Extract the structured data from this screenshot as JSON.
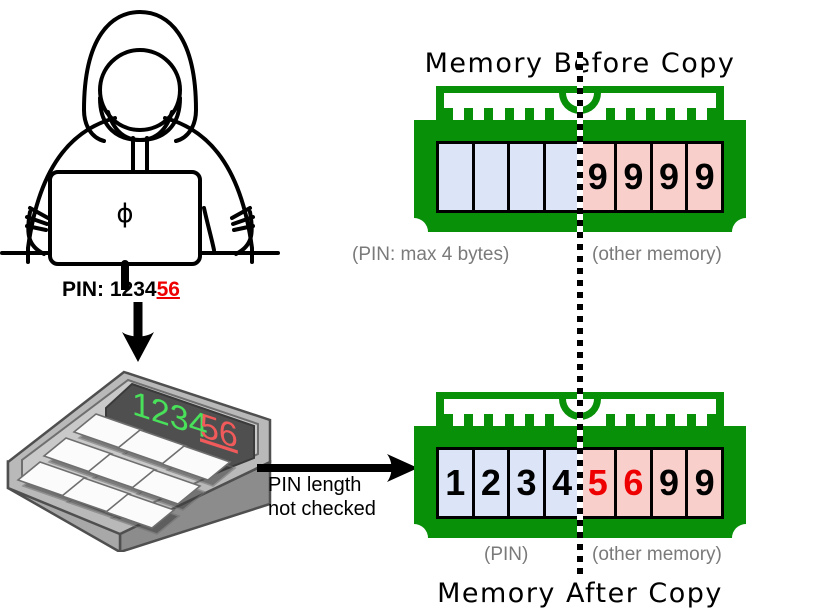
{
  "scene": {
    "title_top": "Memory Before Copy",
    "title_bottom": "Memory After Copy"
  },
  "attacker": {
    "icon": "hooded-person-at-laptop",
    "laptop_logo": "ϕ",
    "pin_prefix": "PIN: 1234",
    "pin_overflow": "56"
  },
  "keypad": {
    "display_accepted": "1234",
    "display_overflow": "56",
    "key_count": 9,
    "annotation_line1": "PIN length",
    "annotation_line2": "not checked"
  },
  "memory_before": {
    "title": "Memory Before Copy",
    "label_left": "(PIN: max 4 bytes)",
    "label_right": "(other memory)",
    "cells": [
      {
        "value": "",
        "region": "pin",
        "color": "blue",
        "digit_color": "black"
      },
      {
        "value": "",
        "region": "pin",
        "color": "blue",
        "digit_color": "black"
      },
      {
        "value": "",
        "region": "pin",
        "color": "blue",
        "digit_color": "black"
      },
      {
        "value": "",
        "region": "pin",
        "color": "blue",
        "digit_color": "black"
      },
      {
        "value": "9",
        "region": "other",
        "color": "pink",
        "digit_color": "black"
      },
      {
        "value": "9",
        "region": "other",
        "color": "pink",
        "digit_color": "black"
      },
      {
        "value": "9",
        "region": "other",
        "color": "pink",
        "digit_color": "black"
      },
      {
        "value": "9",
        "region": "other",
        "color": "pink",
        "digit_color": "black"
      }
    ]
  },
  "memory_after": {
    "title": "Memory After Copy",
    "label_left": "(PIN)",
    "label_right": "(other memory)",
    "cells": [
      {
        "value": "1",
        "region": "pin",
        "color": "blue",
        "digit_color": "black"
      },
      {
        "value": "2",
        "region": "pin",
        "color": "blue",
        "digit_color": "black"
      },
      {
        "value": "3",
        "region": "pin",
        "color": "blue",
        "digit_color": "black"
      },
      {
        "value": "4",
        "region": "pin",
        "color": "blue",
        "digit_color": "black"
      },
      {
        "value": "5",
        "region": "other",
        "color": "pink",
        "digit_color": "red"
      },
      {
        "value": "6",
        "region": "other",
        "color": "pink",
        "digit_color": "red"
      },
      {
        "value": "9",
        "region": "other",
        "color": "pink",
        "digit_color": "black"
      },
      {
        "value": "9",
        "region": "other",
        "color": "pink",
        "digit_color": "black"
      }
    ]
  },
  "colors": {
    "pcb_green": "#089008",
    "cell_blue": "#dbe5f7",
    "cell_pink": "#f9cfcb",
    "overflow_red": "#ee0000",
    "caption_gray": "#7a7a7a",
    "keypad_display_green": "#49e05a",
    "keypad_display_red": "#f05a5a"
  }
}
